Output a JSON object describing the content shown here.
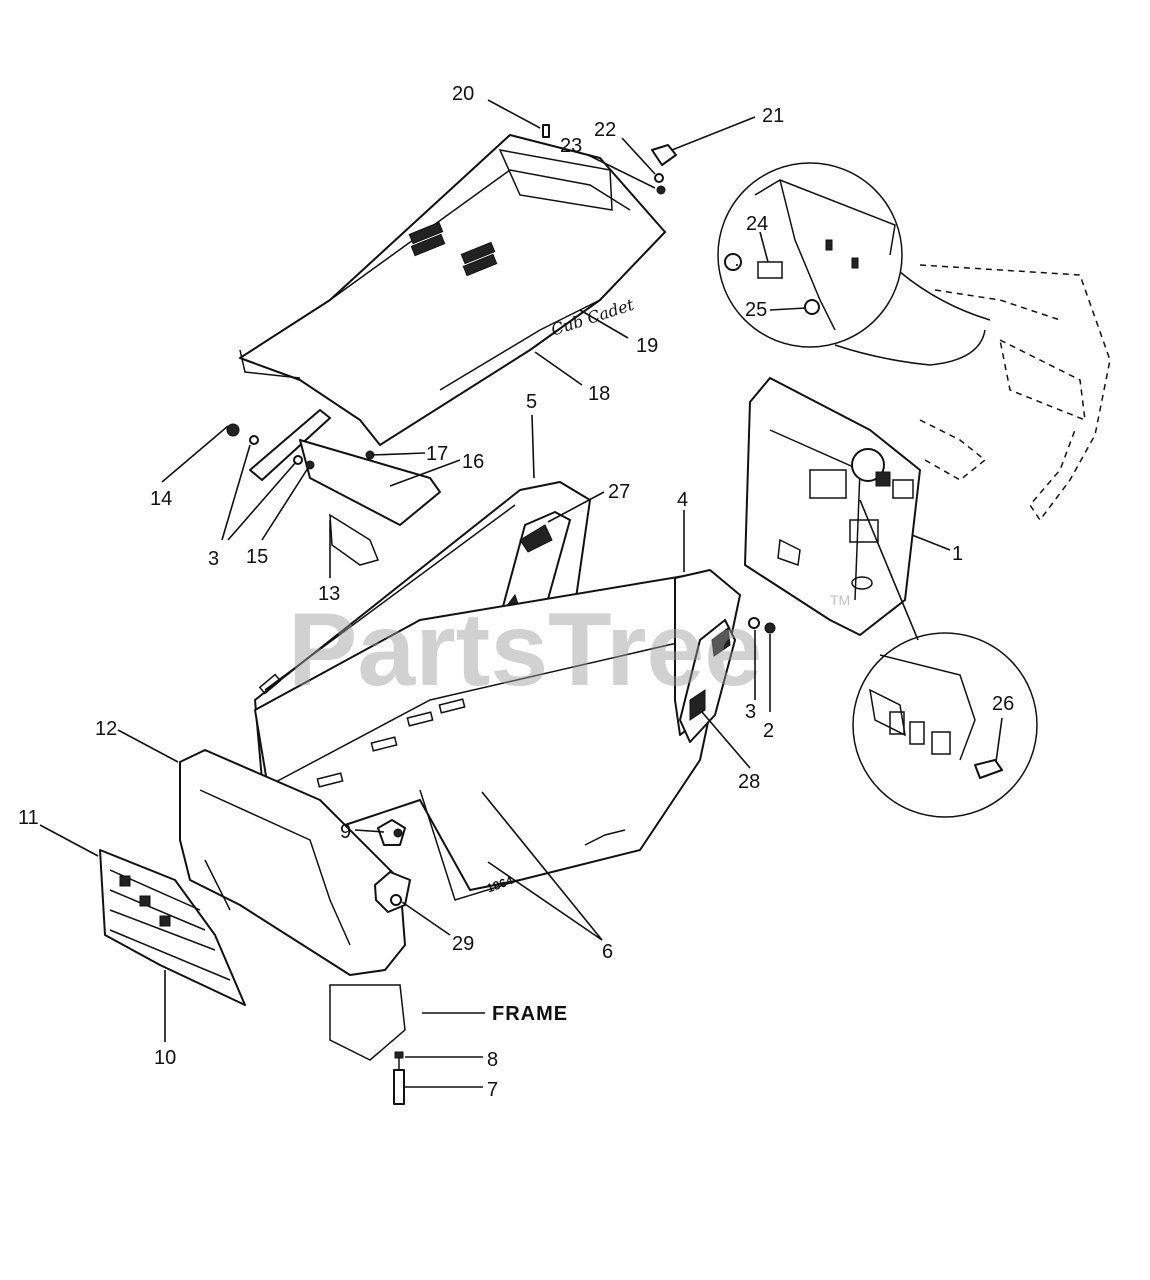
{
  "diagram": {
    "watermark": "PartsTree",
    "watermark_mark": "TM",
    "frame_label": "FRAME",
    "hood_logo": "Cub Cadet",
    "side_decal": "1864",
    "callouts": {
      "c1": "1",
      "c2": "2",
      "c3a": "3",
      "c3b": "3",
      "c4": "4",
      "c5": "5",
      "c6": "6",
      "c7": "7",
      "c8": "8",
      "c9": "9",
      "c10": "10",
      "c11": "11",
      "c12": "12",
      "c13": "13",
      "c14": "14",
      "c15": "15",
      "c16": "16",
      "c17": "17",
      "c18": "18",
      "c19": "19",
      "c20": "20",
      "c21": "21",
      "c22": "22",
      "c23": "23",
      "c24": "24",
      "c25": "25",
      "c26": "26",
      "c27": "27",
      "c28": "28",
      "c29": "29"
    }
  }
}
